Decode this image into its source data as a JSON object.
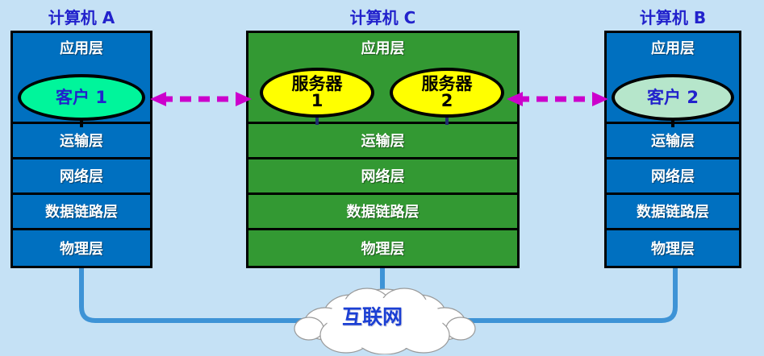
{
  "diagram": {
    "title_text_color": "#2222cc",
    "background_color": "#c5e1f5",
    "computers": [
      {
        "id": "A",
        "title": "计算机 A",
        "box_color": "#0070c0",
        "layers": [
          "应用层",
          "运输层",
          "网络层",
          "数据链路层",
          "物理层"
        ],
        "node": {
          "label": "客户 1",
          "number": "",
          "fill": "#00f59b",
          "text_color": "#2222cc"
        }
      },
      {
        "id": "C",
        "title": "计算机 C",
        "box_color": "#339933",
        "layers": [
          "应用层",
          "运输层",
          "网络层",
          "数据链路层",
          "物理层"
        ],
        "nodes": [
          {
            "label": "服务器",
            "number": "1",
            "fill": "#ffff00",
            "text_color": "#000000"
          },
          {
            "label": "服务器",
            "number": "2",
            "fill": "#ffff00",
            "text_color": "#000000"
          }
        ]
      },
      {
        "id": "B",
        "title": "计算机 B",
        "box_color": "#0070c0",
        "layers": [
          "应用层",
          "运输层",
          "网络层",
          "数据链路层",
          "物理层"
        ],
        "node": {
          "label": "客户 2",
          "number": "",
          "fill": "#b6e6cb",
          "text_color": "#2222cc"
        }
      }
    ],
    "cloud": {
      "label": "互联网",
      "fill": "#ffffff",
      "outline": "#9a9a9a",
      "label_color": "#1b3fd4"
    },
    "links": {
      "arrow_color": "#cc00cc",
      "arrow_style": "dashed-double-headed",
      "connector_color": "#3e93d6"
    }
  }
}
